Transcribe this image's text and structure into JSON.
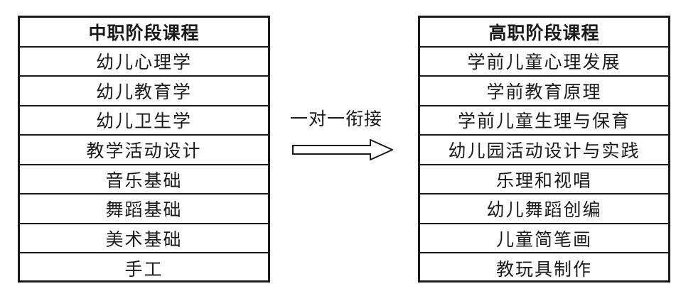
{
  "left_table": {
    "header": "中职阶段课程",
    "rows": [
      "幼儿心理学",
      "幼儿教育学",
      "幼儿卫生学",
      "教学活动设计",
      "音乐基础",
      "舞蹈基础",
      "美术基础",
      "手工"
    ]
  },
  "right_table": {
    "header": "高职阶段课程",
    "rows": [
      "学前儿童心理发展",
      "学前教育原理",
      "学前儿童生理与保育",
      "幼儿园活动设计与实践",
      "乐理和视唱",
      "幼儿舞蹈创编",
      "儿童简笔画",
      "教玩具制作"
    ]
  },
  "connector": {
    "label": "一对一衔接",
    "icon": "hollow-right-arrow-icon"
  }
}
